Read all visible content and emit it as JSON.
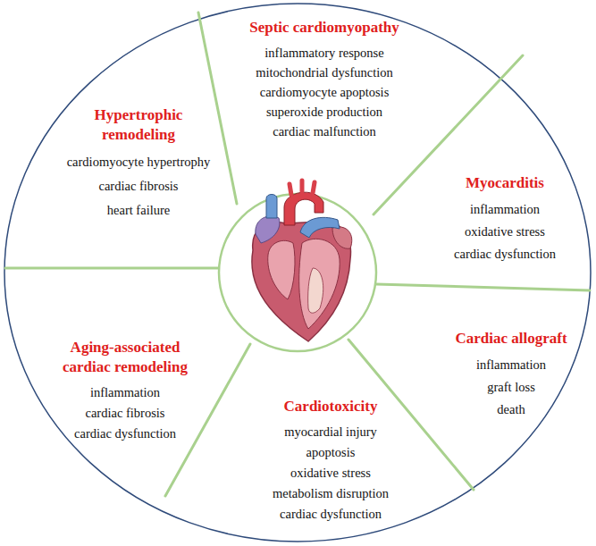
{
  "diagram": {
    "nodes": [
      {
        "text": [
          "Septic cardiomyopathy",
          "inflammatory response",
          "mitochondrial dysfunction",
          "cardiomyocyte apoptosis",
          "superoxide production",
          "cardiac malfunction"
        ]
      },
      {
        "text": [
          "Myocarditis",
          "inflammation",
          "oxidative stress",
          "cardiac dysfunction"
        ]
      },
      {
        "text": [
          "Cardiac allograft",
          "inflammation",
          "graft loss",
          "death"
        ]
      },
      {
        "text": [
          "Cardiotoxicity",
          "myocardial injury",
          "apoptosis",
          "oxidative stress",
          "metabolism disruption",
          "cardiac dysfunction"
        ]
      },
      {
        "text": [
          "Aging-associated cardiac remodeling",
          "inflammation",
          "cardiac fibrosis",
          "cardiac dysfunction"
        ]
      },
      {
        "text": [
          "Hypertrophic remodeling",
          "cardiomyocyte hypertrophy",
          "cardiac fibrosis",
          "heart failure"
        ]
      }
    ]
  }
}
